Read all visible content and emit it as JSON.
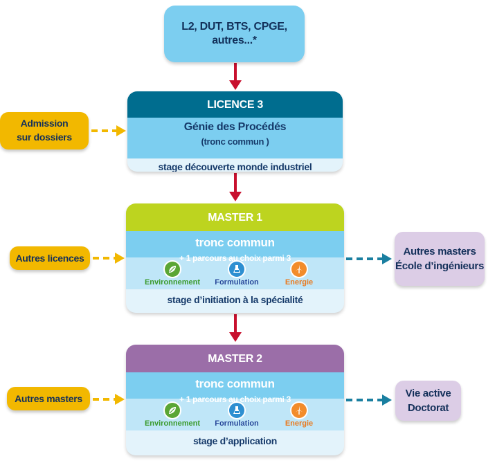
{
  "entry": {
    "line1": "L2, DUT, BTS, CPGE,",
    "line2": "autres...*"
  },
  "licence3": {
    "title": "LICENCE 3",
    "subject": "Génie des Procédés",
    "trunk": "(tronc commun )",
    "internship": "stage découverte monde industriel"
  },
  "master1": {
    "title": "MASTER 1",
    "trunk": "tronc commun",
    "choice": "+ 1 parcours au choix parmi 3",
    "options": [
      "Environnement",
      "Formulation",
      "Energie"
    ],
    "internship": "stage d’initiation à la spécialité"
  },
  "master2": {
    "title": "MASTER 2",
    "trunk": "tronc commun",
    "choice": "+ 1 parcours au choix parmi 3",
    "options": [
      "Environnement",
      "Formulation",
      "Energie"
    ],
    "internship": "stage d’application"
  },
  "inputs": {
    "admission_line1": "Admission",
    "admission_line2": "sur dossiers",
    "autres_licences": "Autres licences",
    "autres_masters": "Autres masters"
  },
  "outputs": {
    "after_m1_line1": "Autres masters",
    "after_m1_line2": "École d’ingénieurs",
    "after_m2_line1": "Vie active",
    "after_m2_line2": "Doctorat"
  },
  "colors": {
    "light_blue": "#7ccef0",
    "licence_header": "#006d8f",
    "master1_header": "#bdd41f",
    "master2_header": "#9b6ea8",
    "yellow": "#f2b800",
    "lavender": "#dccde6",
    "arrow_red": "#c8102e",
    "arrow_yellow": "#f2b800",
    "arrow_teal": "#1a7fa0"
  },
  "icons": [
    "leaf-icon",
    "flask-icon",
    "wind-turbine-icon"
  ]
}
